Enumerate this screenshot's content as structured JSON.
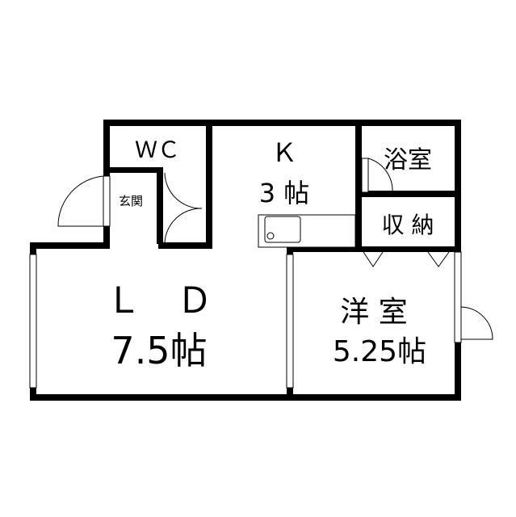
{
  "rooms": {
    "wc": "ＷＣ",
    "entrance": "玄関",
    "kitchen_name": "Ｋ",
    "kitchen_size": "3 帖",
    "bath": "浴室",
    "storage": "収 納",
    "living_name": "Ｌ　Ｄ",
    "living_size": "7.5帖",
    "western_name": "洋 室",
    "western_size": "5.25帖"
  },
  "colors": {
    "wall": "#000000",
    "background": "#ffffff"
  }
}
